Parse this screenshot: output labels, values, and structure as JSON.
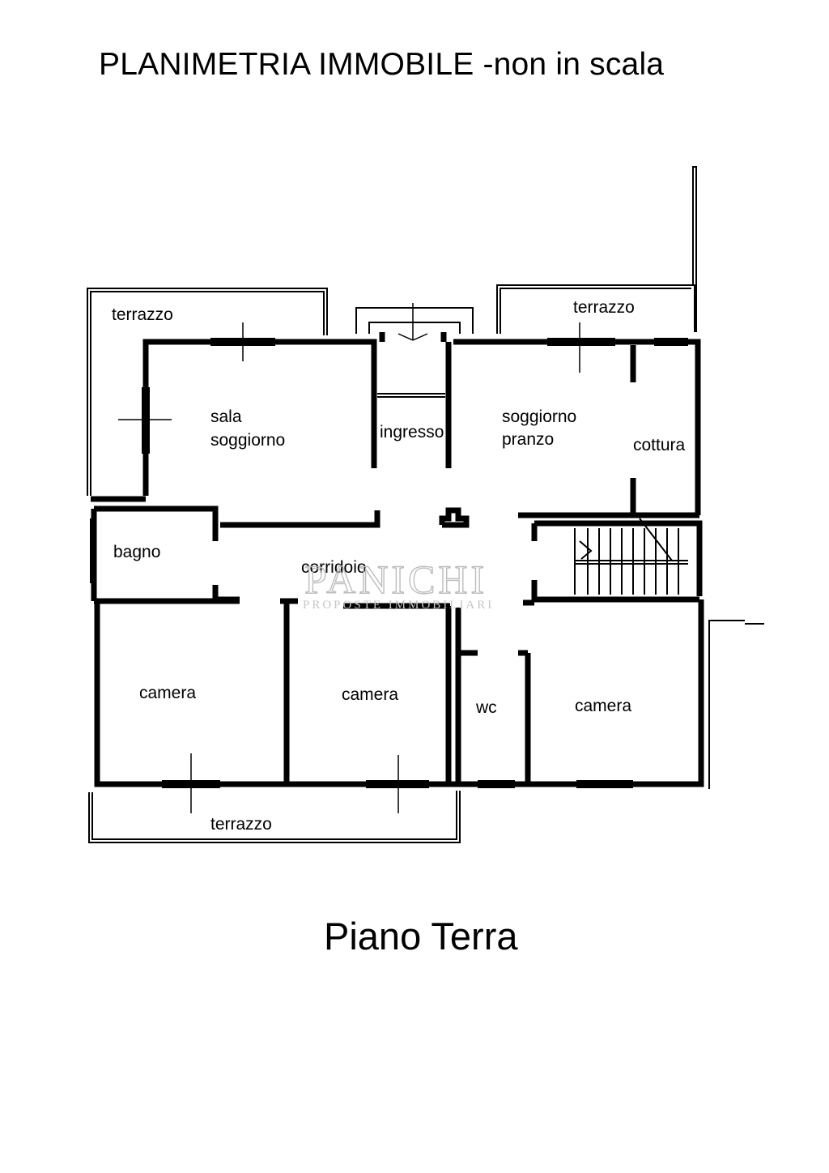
{
  "title": "PLANIMETRIA IMMOBILE -non in scala",
  "floor_label": "Piano Terra",
  "rooms": {
    "terrazzo_nw": "terrazzo",
    "terrazzo_ne": "terrazzo",
    "terrazzo_s": "terrazzo",
    "sala_soggiorno_line1": "sala",
    "sala_soggiorno_line2": "soggiorno",
    "ingresso": "ingresso",
    "soggiorno_pranzo_line1": "soggiorno",
    "soggiorno_pranzo_line2": "pranzo",
    "cottura": "cottura",
    "bagno": "bagno",
    "corridoio": "corridoio",
    "camera_1": "camera",
    "camera_2": "camera",
    "wc": "wc",
    "camera_3": "camera"
  },
  "watermark": {
    "brand": "PANICHI",
    "tagline": "PROPOSTE IMMOBILIARI"
  }
}
